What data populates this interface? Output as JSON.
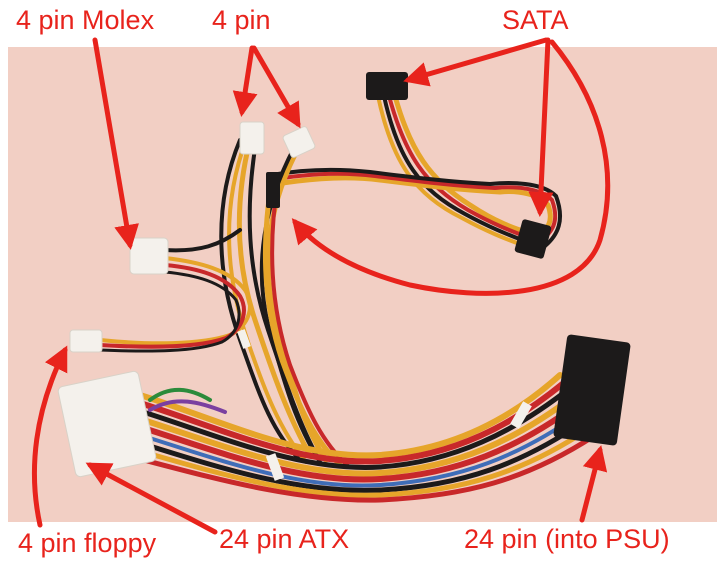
{
  "labels": {
    "molex": "4 pin Molex",
    "four_pin": "4 pin",
    "sata": "SATA",
    "floppy": "4 pin floppy",
    "atx": "24 pin ATX",
    "psu": "24 pin (into PSU)"
  },
  "colors": {
    "background_photo": "#f2cfc4",
    "arrow": "#e8231c",
    "label": "#e8231c",
    "wire_yellow": "#e6a52a",
    "wire_red": "#c8282a",
    "wire_black": "#1c1a1a"
  }
}
